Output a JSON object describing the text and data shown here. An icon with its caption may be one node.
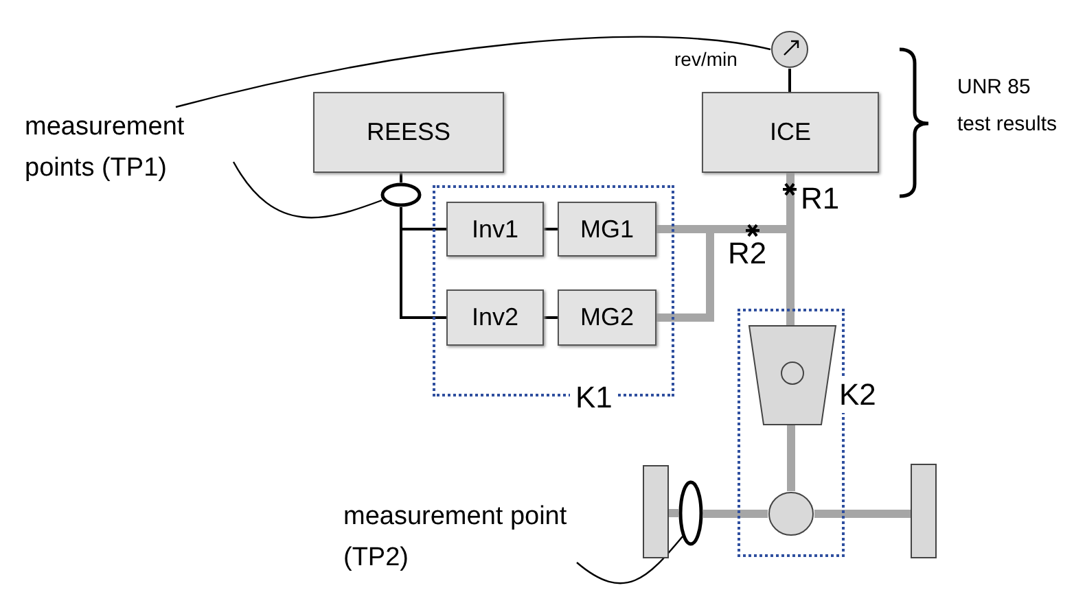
{
  "diagram": {
    "nodes": [
      {
        "text": [
          "measurement points (TP1)"
        ]
      },
      {
        "text": [
          "REESS"
        ]
      },
      {
        "text": [
          "K1"
        ]
      },
      {
        "text": [
          "Inv1"
        ],
        "in": 2
      },
      {
        "text": [
          "MG1"
        ],
        "in": 2
      },
      {
        "text": [
          "Inv2"
        ],
        "in": 2
      },
      {
        "text": [
          "MG2"
        ],
        "in": 2
      },
      {
        "text": [
          "ICE"
        ]
      },
      {
        "text": [],
        "shape": "circle",
        "beside": [
          "rev/min"
        ]
      },
      {
        "text": [],
        "shape": "ellipse"
      },
      {
        "text": [
          "K2"
        ]
      },
      {
        "text": [],
        "shape": "trapezoid",
        "in": 10
      },
      {
        "text": [],
        "shape": "circle",
        "in": 10
      },
      {
        "text": [],
        "shape": "box"
      },
      {
        "text": [],
        "shape": "box"
      },
      {
        "text": [],
        "shape": "ellipse"
      },
      {
        "text": [
          "measurement point (TP2)"
        ]
      }
    ],
    "edges": [
      {
        "from": 0,
        "to": 8,
        "arrow": "none"
      },
      {
        "from": 0,
        "to": 9,
        "arrow": "none"
      },
      {
        "from": 8,
        "to": 7,
        "arrow": "none"
      },
      {
        "from": 1,
        "to": 9,
        "arrow": "none"
      },
      {
        "from": 9,
        "to": 3,
        "arrow": "none"
      },
      {
        "from": 9,
        "to": 5,
        "arrow": "none"
      },
      {
        "from": 3,
        "to": 4,
        "arrow": "none"
      },
      {
        "from": 5,
        "to": 6,
        "arrow": "none"
      },
      {
        "from": 4,
        "to": 7,
        "arrow": "none",
        "style": "thick",
        "color": "#a6a6a6"
      },
      {
        "from": 6,
        "to": 7,
        "arrow": "none",
        "style": "thick",
        "color": "#a6a6a6"
      },
      {
        "from": 7,
        "to": 11,
        "arrow": "none",
        "style": "thick",
        "color": "#a6a6a6"
      },
      {
        "from": 11,
        "to": 12,
        "arrow": "none",
        "style": "thick",
        "color": "#a6a6a6"
      },
      {
        "from": 12,
        "to": 15,
        "arrow": "none",
        "style": "thick",
        "color": "#a6a6a6"
      },
      {
        "from": 15,
        "to": 13,
        "arrow": "none",
        "style": "thick",
        "color": "#a6a6a6"
      },
      {
        "from": 12,
        "to": 14,
        "arrow": "none",
        "style": "thick",
        "color": "#a6a6a6"
      },
      {
        "from": 16,
        "to": 15,
        "arrow": "none"
      }
    ],
    "labels": [
      "R1",
      "R2",
      "UNR 85 test results"
    ]
  }
}
